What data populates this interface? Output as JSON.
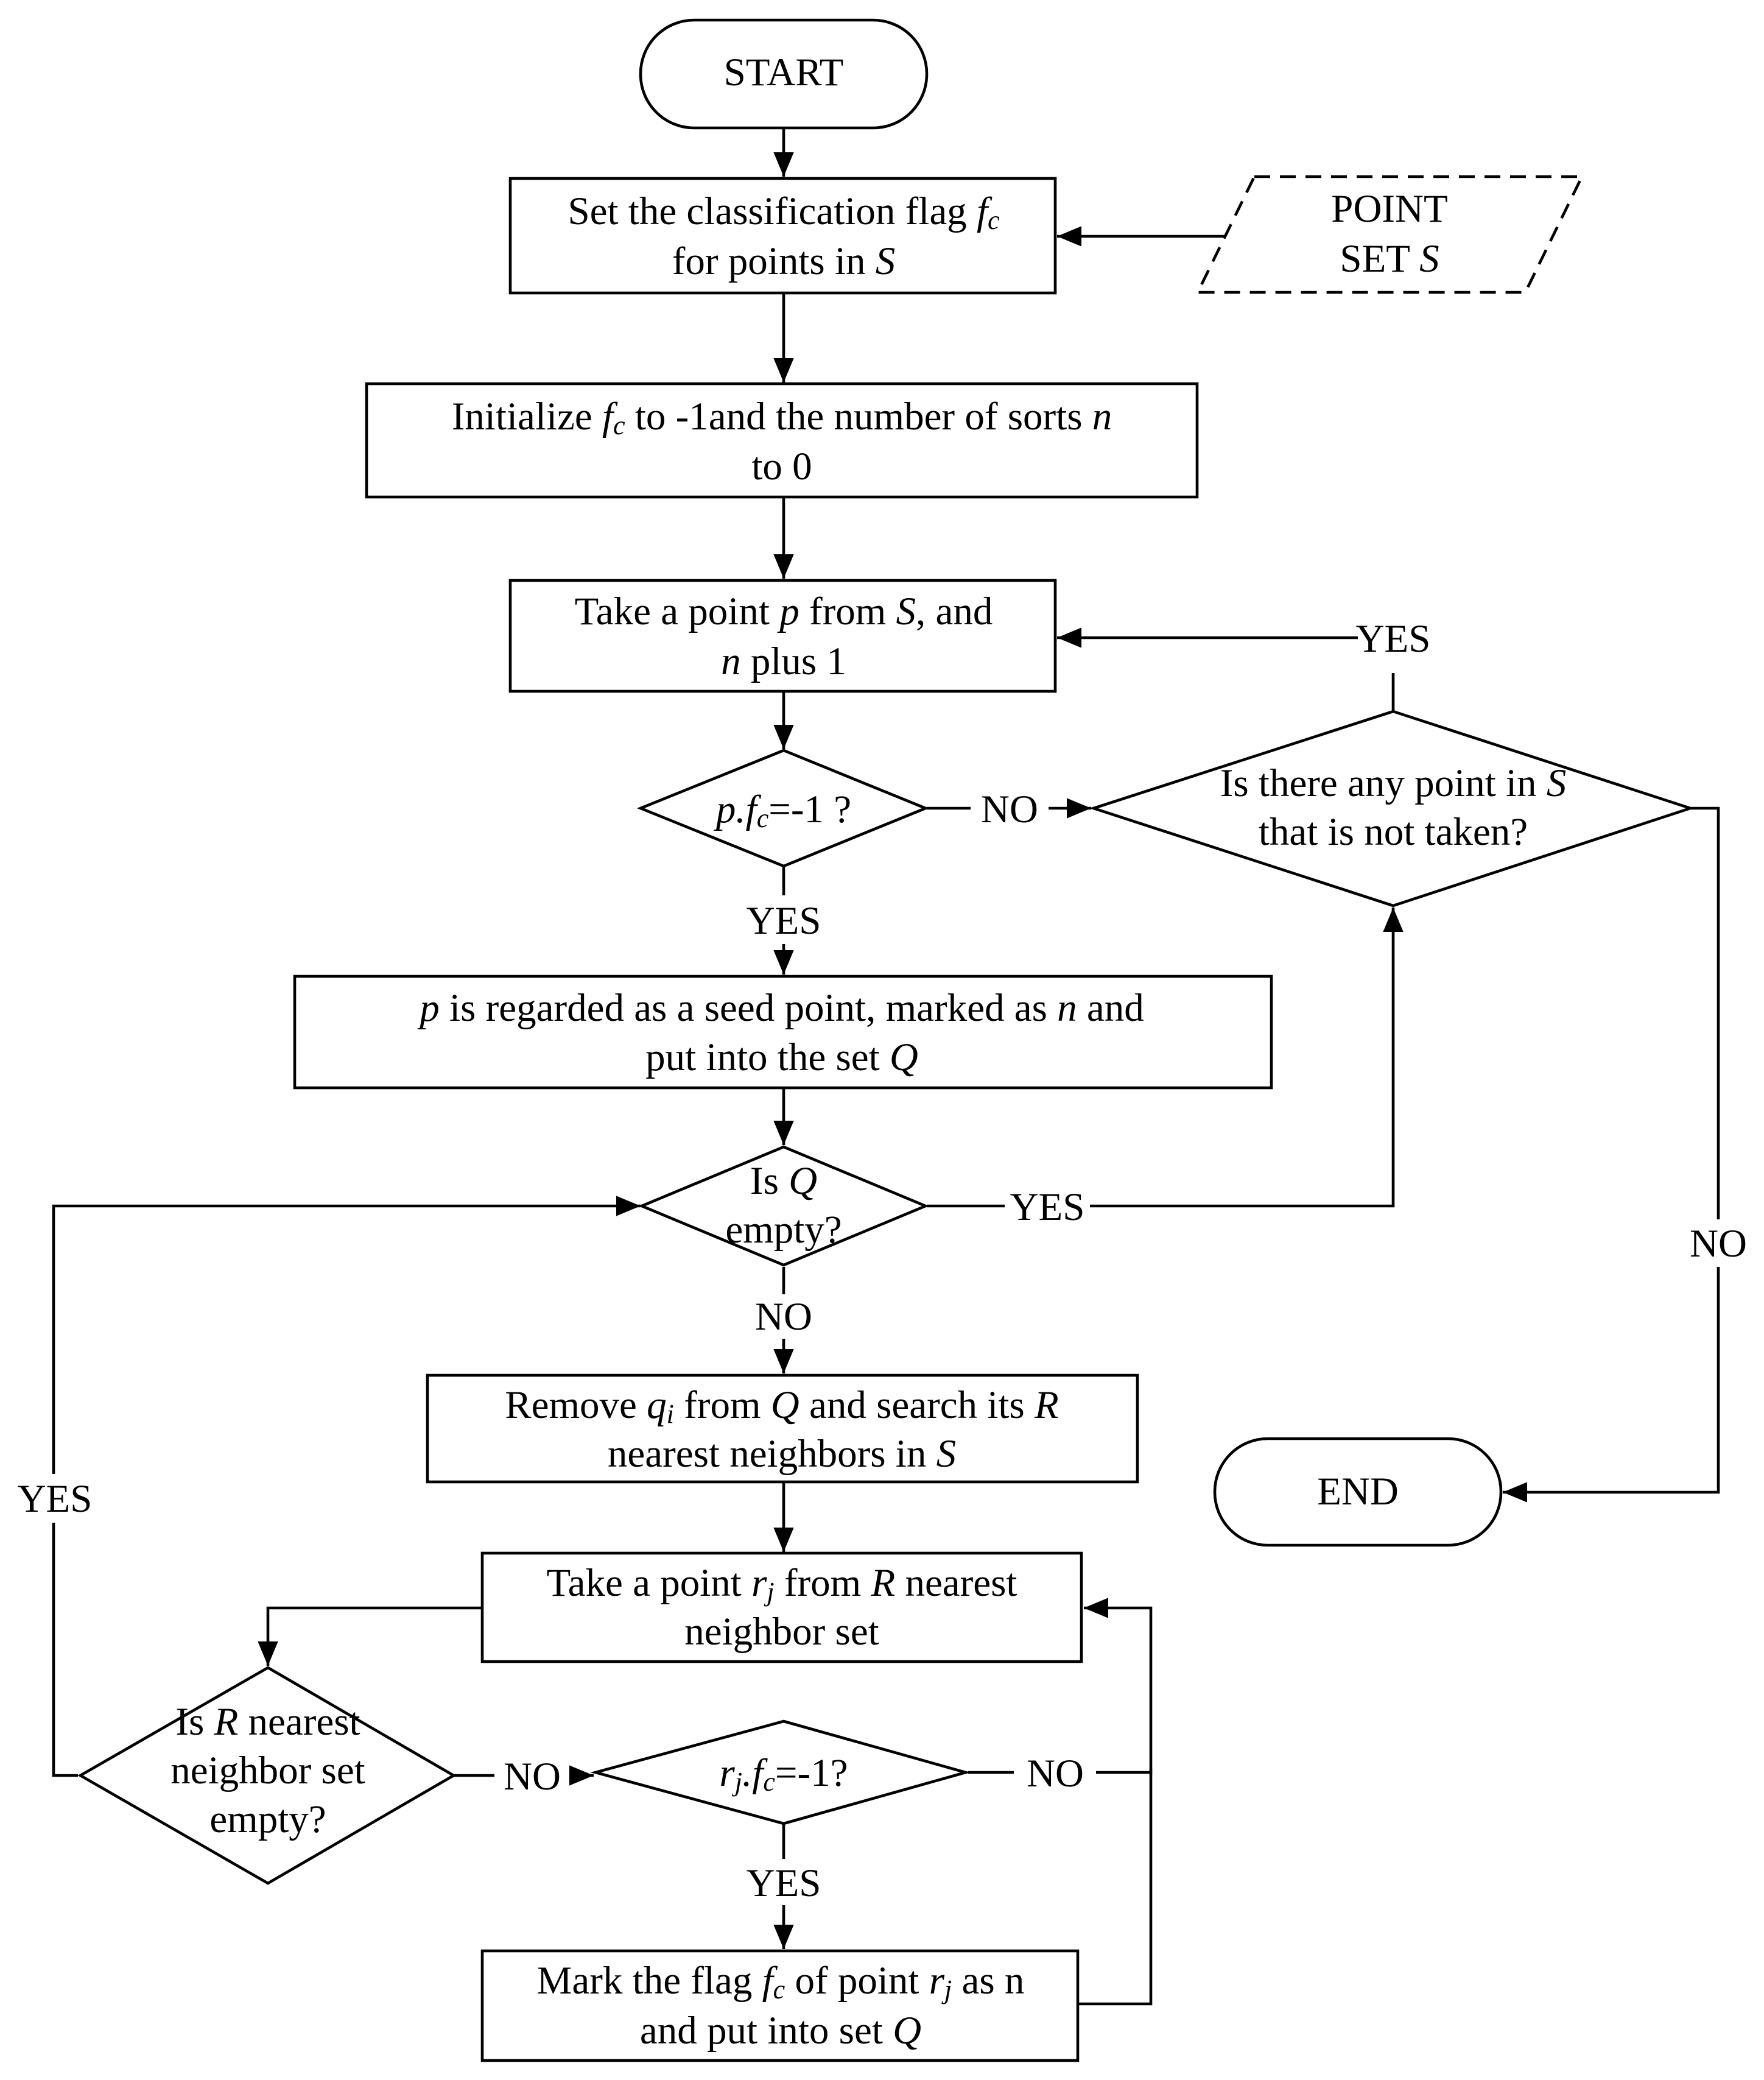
{
  "start": {
    "label": "START"
  },
  "end": {
    "label": "END"
  },
  "input": {
    "line1": "POINT",
    "line2_prefix": "SET ",
    "line2_var": "S"
  },
  "set_flag": {
    "line1_text": "Set the classification flag ",
    "line1_var": "f",
    "line1_sub": "c",
    "line2_text": "for points in ",
    "line2_var": "S"
  },
  "init": {
    "line1_a": "Initialize ",
    "line1_var": "f",
    "line1_sub": "c",
    "line1_b": " to -1and the number of sorts ",
    "line1_var2": "n",
    "line2": "to 0"
  },
  "take_point": {
    "line1_a": "Take a point ",
    "line1_var": "p",
    "line1_b": " from ",
    "line1_var2": "S",
    "line1_c": ", and",
    "line2_var": "n",
    "line2_b": " plus 1"
  },
  "decision_flag": {
    "var": "p.f",
    "sub": "c",
    "rest": "=-1 ?"
  },
  "decision_any": {
    "line1_a": "Is there any point in ",
    "line1_var": "S",
    "line2": "that is not taken?"
  },
  "seed": {
    "line1_var": "p",
    "line1_a": " is regarded as a seed point, marked as ",
    "line1_var2": "n",
    "line1_b": " and",
    "line2_a": "put into the set ",
    "line2_var": "Q"
  },
  "decision_q": {
    "line1_a": "Is ",
    "line1_var": "Q",
    "line2": "empty?"
  },
  "remove": {
    "line1_a": "Remove ",
    "line1_var": "q",
    "line1_sub": "i",
    "line1_b": " from ",
    "line1_var2": "Q",
    "line1_c": " and search its ",
    "line1_var3": "R",
    "line2_a": "nearest neighbors in ",
    "line2_var": "S"
  },
  "take_r": {
    "line1_a": "Take a point ",
    "line1_var": "r",
    "line1_sub": "j",
    "line1_b": " from ",
    "line1_var2": "R",
    "line1_c": " nearest",
    "line2": "neighbor set"
  },
  "decision_r_empty": {
    "line1_a": "Is ",
    "line1_var": "R",
    "line1_b": " nearest",
    "line2": "neighbor set",
    "line3": "empty?"
  },
  "decision_rf": {
    "var": "r",
    "sub": "j",
    "mid": ".f",
    "sub2": "c",
    "rest": "=-1?"
  },
  "mark": {
    "line1_a": "Mark the flag ",
    "line1_var": "f",
    "line1_sub": "c",
    "line1_b": " of point ",
    "line1_var2": "r",
    "line1_sub2": "j",
    "line1_c": " as n",
    "line2_a": "and put into set ",
    "line2_var": "Q"
  },
  "edge_labels": {
    "yes_any_to_take": "YES",
    "no_flag_to_any": "NO",
    "yes_flag_to_seed": "YES",
    "yes_q_to_any": "YES",
    "no_any_to_end": "NO",
    "no_q_to_remove": "NO",
    "yes_r_empty_to_q": "YES",
    "no_r_empty_to_rf": "NO",
    "no_rf_to_take_r": "NO",
    "yes_rf_to_mark": "YES"
  }
}
